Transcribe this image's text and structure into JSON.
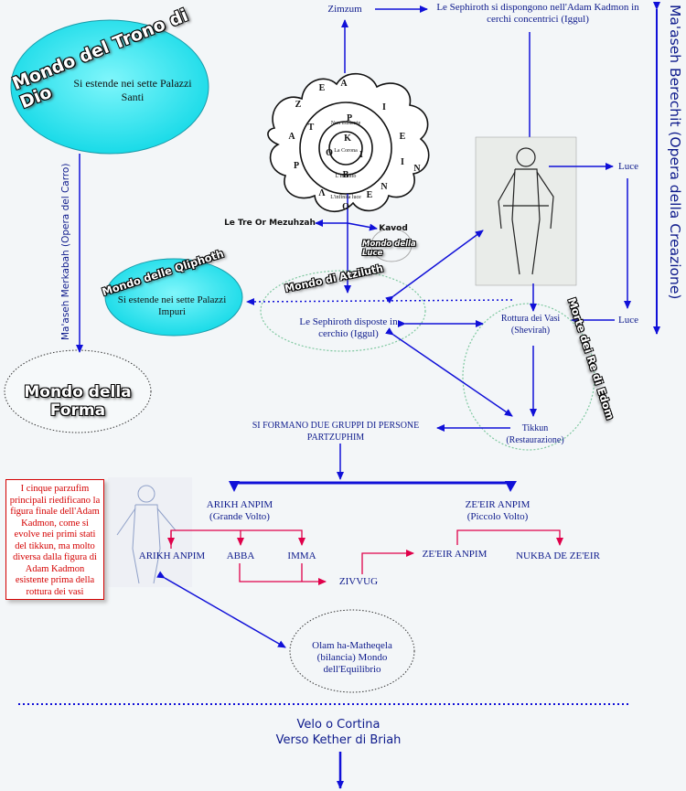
{
  "circle": {
    "letters": [
      "Α",
      "Ι",
      "Ε",
      "Ι",
      "Ν",
      "Ε",
      "Ζ",
      "Α",
      "Ρ",
      "Λ",
      "Ο",
      "Ε",
      "Ρ",
      "Ι",
      "Ο",
      "Τ",
      "Ν",
      "Β",
      "Κ"
    ],
    "inner_top": "Non esistente",
    "inner_center": "La Corona",
    "inner_mid": "L'Infinito",
    "inner_bottom": "L'infinita luce"
  },
  "labels": {
    "zimzum": "Zimzum",
    "sephiroth_iggul": "Le Sephiroth si dispongono nell'Adam Kadmon in cerchi concentrici (Iggul)",
    "luce_1": "Luce",
    "luce_2": "Luce",
    "tre_or": "Le Tre Or Mezuhzah",
    "kavod": "Kavod",
    "mondo_luce": "Mondo della Luce",
    "mondo_atziluth": "Mondo di Atziluth",
    "sephiroth_cerchio": "Le Sephiroth disposte in cerchio (Iggul)",
    "rottura": "Rottura dei Vasi (Shevirah)",
    "morte_re": "Morte dei Re di Edom",
    "tikkun": "Tikkun (Restaurazione)",
    "gruppi": "SI FORMANO DUE GRUPPI DI PERSONE PARTZUPHIM",
    "arikh_grande": "ARIKH ANPIM (Grande Volto)",
    "zeeir_piccolo": "ZE'EIR ANPIM (Piccolo Volto)",
    "arikh": "ARIKH ANPIM",
    "abba": "ABBA",
    "imma": "IMMA",
    "zivvug": "ZIVVUG",
    "zeeir": "ZE'EIR ANPIM",
    "nukba": "NUKBA DE ZE'EIR",
    "olam": "Olam ha-Matheqela (bilancia) Mondo dell'Equilibrio",
    "velo": "Velo o Cortina",
    "kether": "Verso Kether di Briah",
    "trono_title": "Mondo del Trono di Dio",
    "trono_text": "Si estende nei sette Palazzi Santi",
    "qliphoth_title": "Mondo delle Qliphoth",
    "qliphoth_text": "Si estende nei sette Palazzi Impuri",
    "merkabah": "Ma'aseh Merkabah (Opera del Carro)",
    "forma": "Mondo della Forma",
    "berechit": "Ma'aseh Berechit (Opera della Creazione)",
    "note": "I cinque parzufim principali riedificano la figura finale dell'Adam Kadmon, come si evolve nei primi stati del tikkun, ma molto diversa dalla figura di Adam Kadmon esistente prima della rottura dei vasi"
  },
  "colors": {
    "blue": "#1010d8",
    "red": "#e0004a",
    "cyan": "#22e6f0",
    "green": "#7fc8a0"
  }
}
